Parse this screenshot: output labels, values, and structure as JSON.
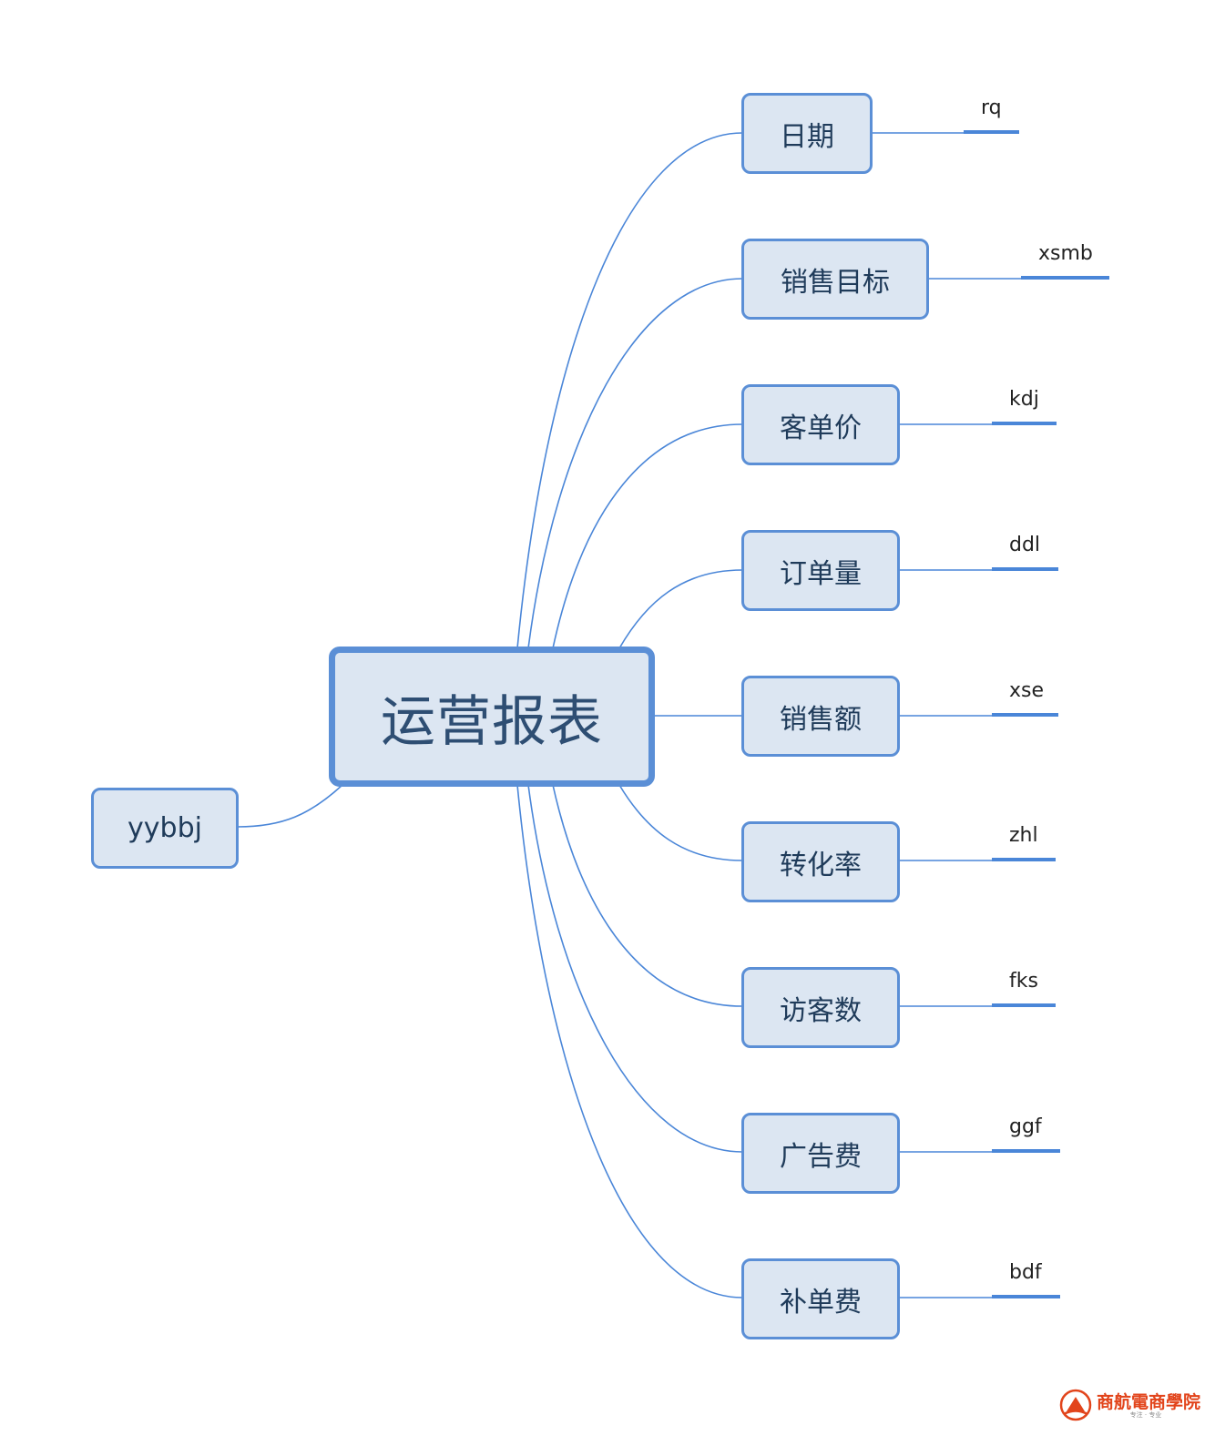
{
  "root": {
    "label": "运营报表"
  },
  "alias": {
    "label": "yybbj"
  },
  "fields": [
    {
      "label": "日期",
      "abbr": "rq"
    },
    {
      "label": "销售目标",
      "abbr": "xsmb"
    },
    {
      "label": "客单价",
      "abbr": "kdj"
    },
    {
      "label": "订单量",
      "abbr": "ddl"
    },
    {
      "label": "销售额",
      "abbr": "xse"
    },
    {
      "label": "转化率",
      "abbr": "zhl"
    },
    {
      "label": "访客数",
      "abbr": "fks"
    },
    {
      "label": "广告费",
      "abbr": "ggf"
    },
    {
      "label": "补单费",
      "abbr": "bdf"
    }
  ],
  "logo": {
    "name": "商航電商學院",
    "tagline": "专注 · 专业"
  },
  "colors": {
    "node_fill": "#dce6f2",
    "node_border": "#5b8fd6",
    "line": "#4a86d8",
    "logo": "#e2441b"
  }
}
